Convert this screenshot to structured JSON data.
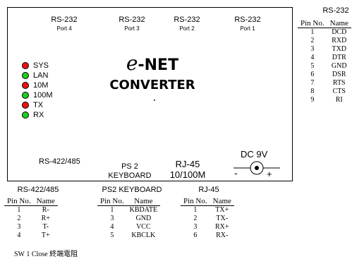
{
  "panel": {
    "ports": [
      {
        "name": "RS-232",
        "sub": "Port 4"
      },
      {
        "name": "RS-232",
        "sub": "Port 3"
      },
      {
        "name": "RS-232",
        "sub": "Port 2"
      },
      {
        "name": "RS-232",
        "sub": "Port 1"
      }
    ],
    "leds": [
      {
        "label": "SYS",
        "color": "#ee1111"
      },
      {
        "label": "LAN",
        "color": "#22cc22"
      },
      {
        "label": "10M",
        "color": "#ee1111"
      },
      {
        "label": "100M",
        "color": "#22cc22"
      },
      {
        "label": "TX",
        "color": "#ee1111"
      },
      {
        "label": "RX",
        "color": "#22cc22"
      }
    ],
    "brand_e": "e",
    "brand_net": "-NET",
    "brand_line2": "CONVERTER",
    "rs422_label": "RS-422/485",
    "ps2_line1": "PS 2",
    "ps2_line2": "KEYBOARD",
    "rj45_line1": "RJ-45",
    "rj45_line2": "10/100M",
    "dc_label": "DC 9V",
    "dc_minus": "-",
    "dc_plus": "+"
  },
  "rs232_table": {
    "title": "RS-232",
    "headers": [
      "Pin No.",
      "Name"
    ],
    "rows": [
      [
        "1",
        "DCD"
      ],
      [
        "2",
        "RXD"
      ],
      [
        "3",
        "TXD"
      ],
      [
        "4",
        "DTR"
      ],
      [
        "5",
        "GND"
      ],
      [
        "6",
        "DSR"
      ],
      [
        "7",
        "RTS"
      ],
      [
        "8",
        "CTS"
      ],
      [
        "9",
        "RI"
      ]
    ]
  },
  "rs422_table": {
    "title": "RS-422/485",
    "headers": [
      "Pin No.",
      "Name"
    ],
    "rows": [
      [
        "1",
        "R-"
      ],
      [
        "2",
        "R+"
      ],
      [
        "3",
        "T-"
      ],
      [
        "4",
        "T+"
      ]
    ]
  },
  "ps2_table": {
    "title": "PS2 KEYBOARD",
    "headers": [
      "Pin No.",
      "Name"
    ],
    "rows": [
      [
        "1",
        "KBDATE"
      ],
      [
        "3",
        "GND"
      ],
      [
        "4",
        "VCC"
      ],
      [
        "5",
        "KBCLK"
      ]
    ]
  },
  "rj45_table": {
    "title": "RJ-45",
    "headers": [
      "Pin No.",
      "Name"
    ],
    "rows": [
      [
        "1",
        "TX+"
      ],
      [
        "2",
        "TX-"
      ],
      [
        "3",
        "RX+"
      ],
      [
        "6",
        "RX-"
      ]
    ]
  },
  "sw_note": "SW 1  Close 終端電阻"
}
